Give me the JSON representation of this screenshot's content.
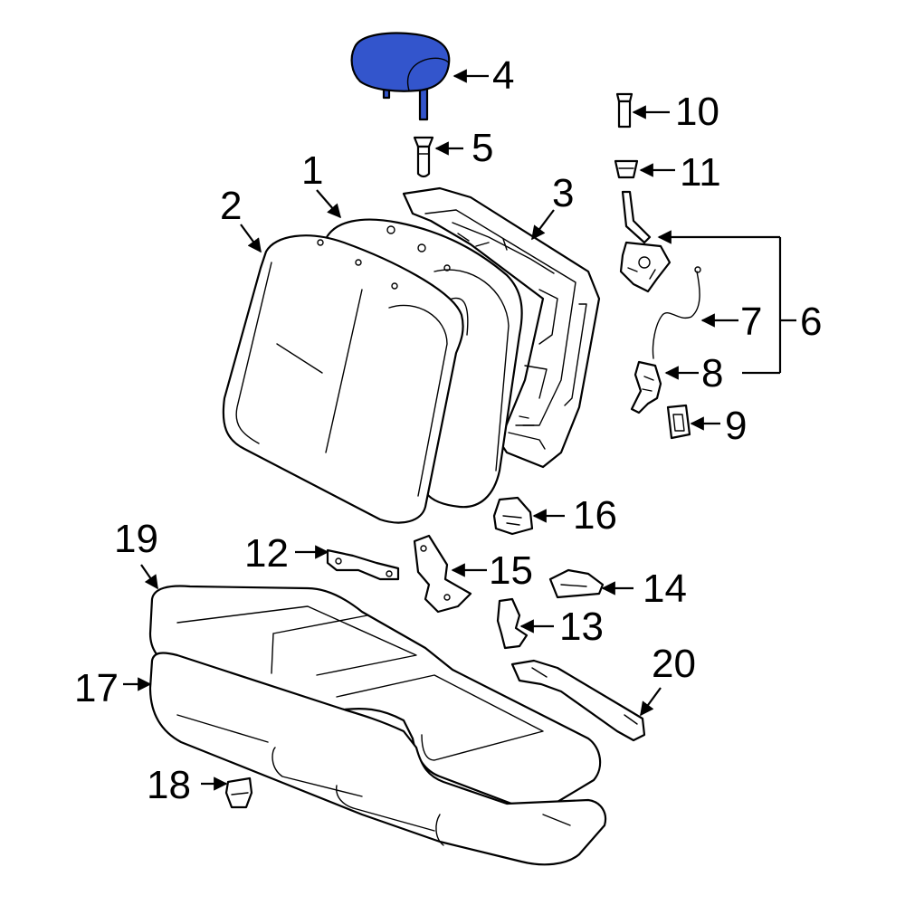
{
  "highlight_color": "#3355cc",
  "line_color": "#000000",
  "background_color": "#ffffff",
  "highlighted_part": "4",
  "callouts": {
    "c1": "1",
    "c2": "2",
    "c3": "3",
    "c4": "4",
    "c5": "5",
    "c6": "6",
    "c7": "7",
    "c8": "8",
    "c9": "9",
    "c10": "10",
    "c11": "11",
    "c12": "12",
    "c13": "13",
    "c14": "14",
    "c15": "15",
    "c16": "16",
    "c17": "17",
    "c18": "18",
    "c19": "19",
    "c20": "20"
  }
}
